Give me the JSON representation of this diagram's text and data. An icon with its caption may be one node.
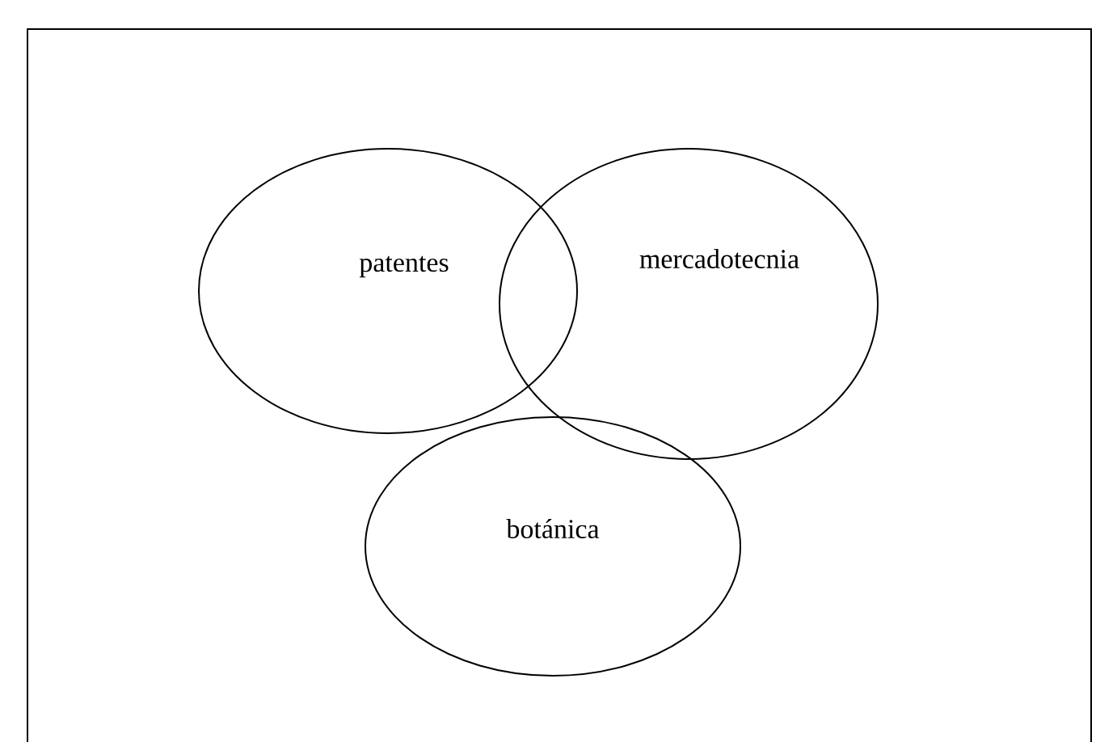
{
  "diagram": {
    "nodes": [
      {
        "text": [
          "patentes"
        ]
      },
      {
        "text": [
          "mercadotecnia"
        ]
      },
      {
        "text": [
          "botánica"
        ]
      }
    ]
  }
}
